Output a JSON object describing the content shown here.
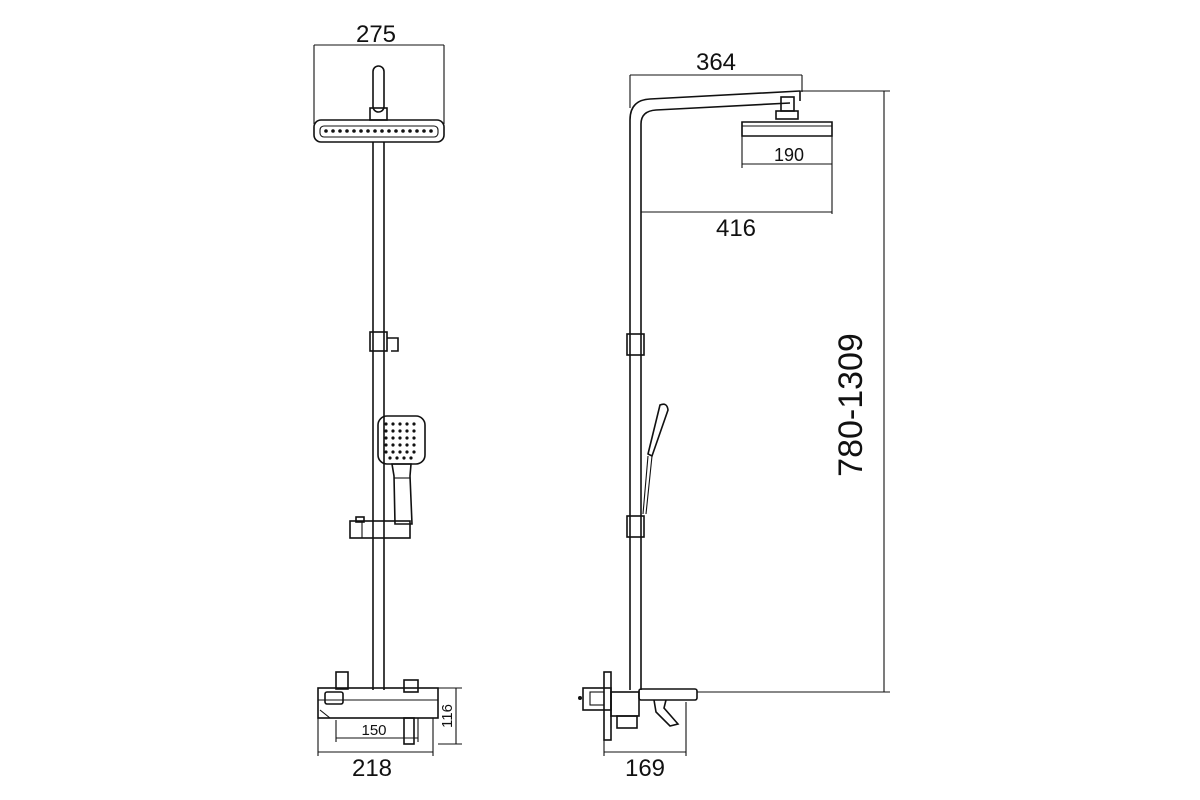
{
  "front_view": {
    "head_width": "275",
    "slide_distance": "150",
    "mixer_height": "116",
    "mixer_width": "218"
  },
  "side_view": {
    "arm_reach": "364",
    "head_depth": "190",
    "head_reach": "416",
    "height_range": "780-1309",
    "mixer_depth": "169"
  }
}
